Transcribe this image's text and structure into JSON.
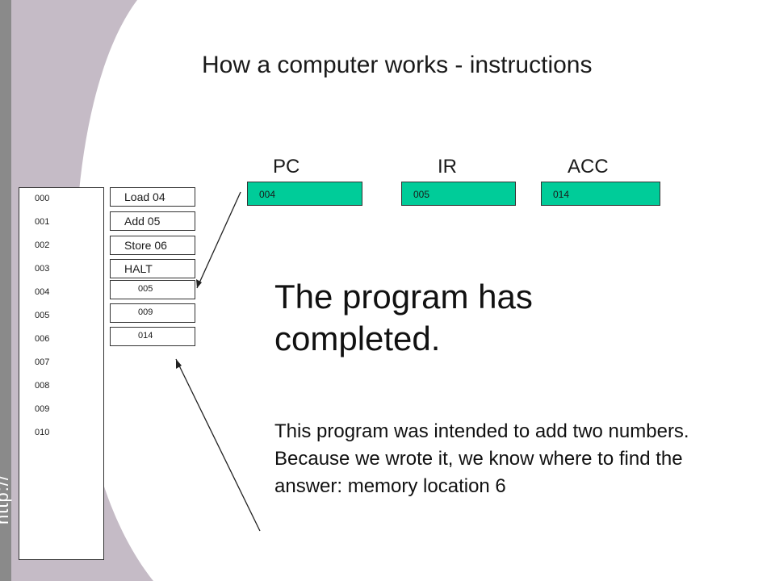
{
  "slide": {
    "title": "How a computer works - instructions",
    "headline": "The program has completed.",
    "body": "This program was intended to add two numbers. Because we wrote it, we know where to find the answer: memory location 6",
    "side_text": "http://"
  },
  "registers": [
    {
      "label": "PC",
      "value": "004"
    },
    {
      "label": "IR",
      "value": "005"
    },
    {
      "label": "ACC",
      "value": "014"
    }
  ],
  "memory": {
    "addresses": [
      "000",
      "001",
      "002",
      "003",
      "004",
      "005",
      "006",
      "007",
      "008",
      "009",
      "010"
    ],
    "cells": [
      "Load 04",
      "Add 05",
      "Store 06",
      "HALT",
      "005",
      "009",
      "014"
    ]
  },
  "colors": {
    "register_fill": "#00cc99",
    "sidebar": "#c5bbc6",
    "sidebar_dark": "#8a8a8a"
  }
}
